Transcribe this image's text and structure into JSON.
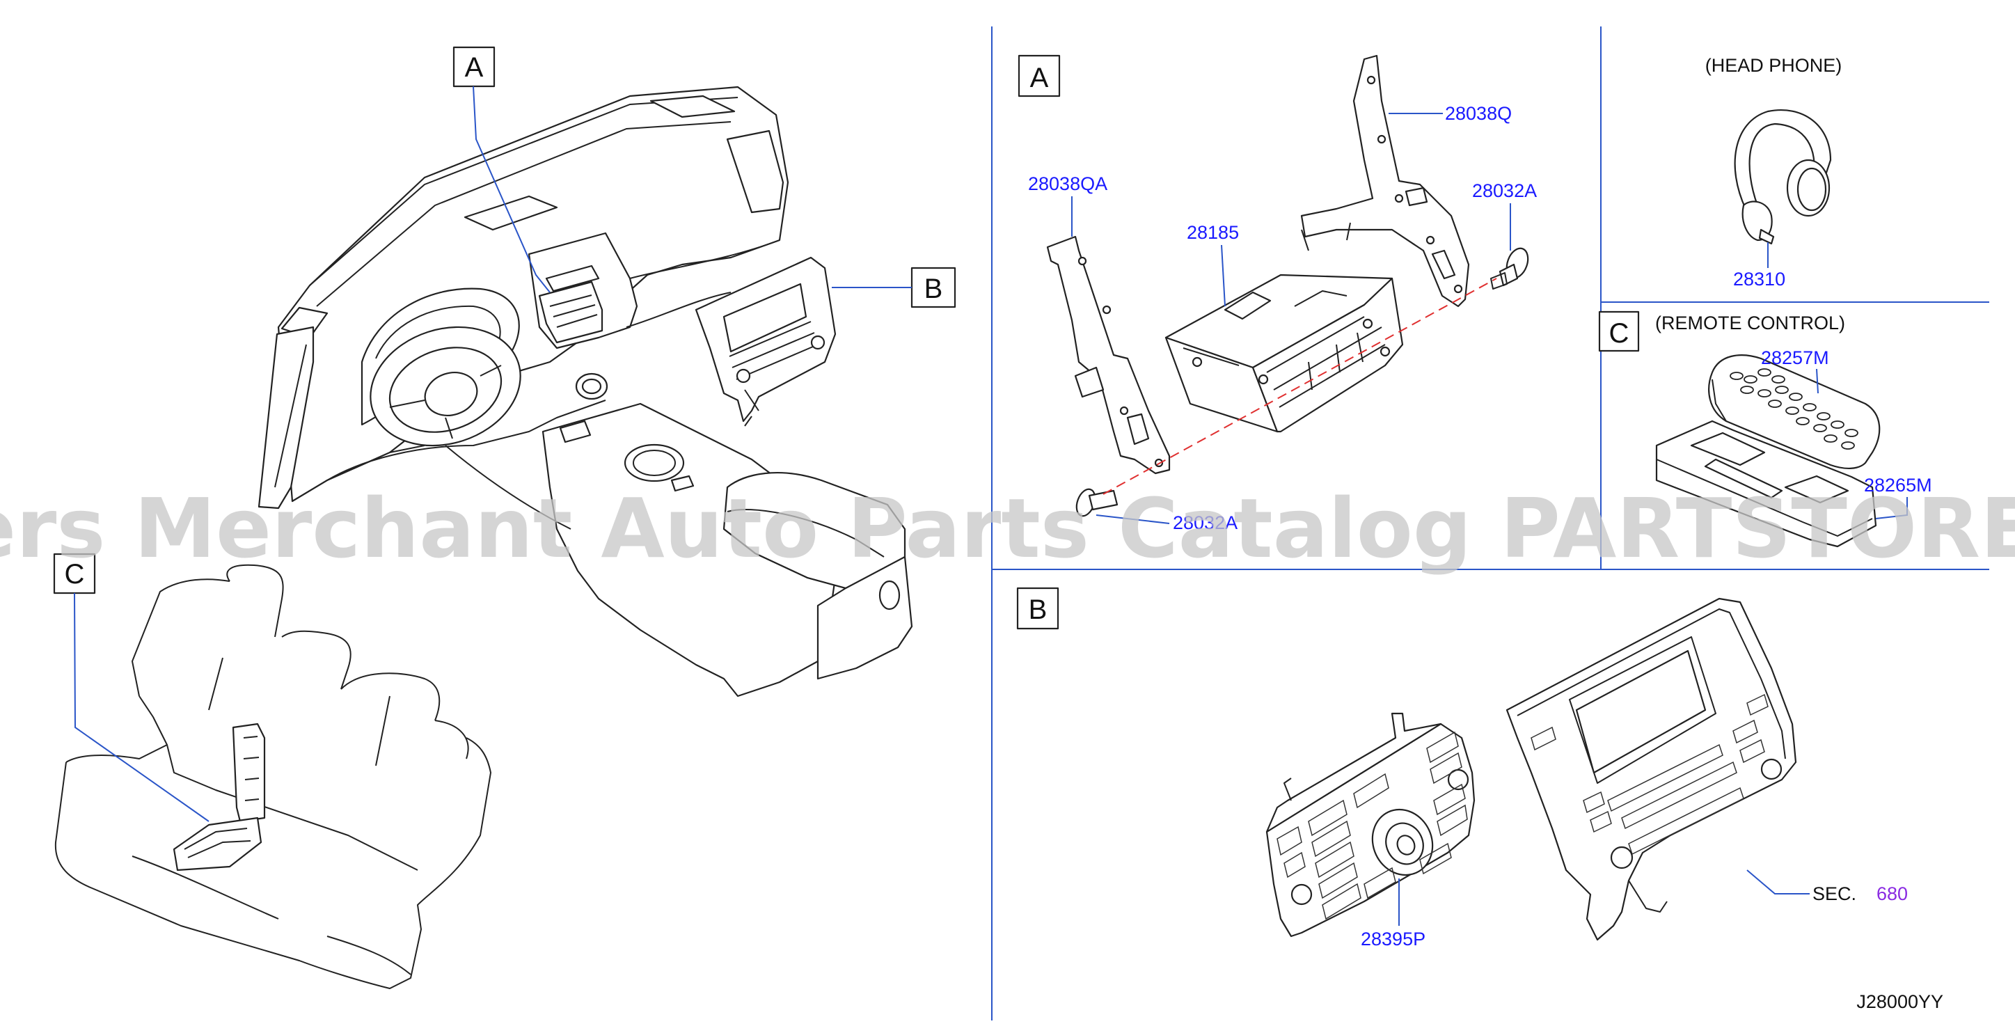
{
  "watermark": "Offers Merchant Auto Parts Catalog PARTSTORE.SA",
  "diagram_code": "J28000YY",
  "overview": {
    "callout_a": "A",
    "callout_b": "B",
    "callout_c": "C"
  },
  "panel_a": {
    "letter": "A",
    "parts": [
      "28038Q",
      "28038QA",
      "28185",
      "28032A",
      "28032A"
    ]
  },
  "panel_headphone": {
    "title": "(HEAD   PHONE)",
    "part": "28310"
  },
  "panel_c": {
    "letter": "C",
    "title": "(REMOTE   CONTROL)",
    "parts": [
      "28257M",
      "28265M"
    ]
  },
  "panel_b": {
    "letter": "B",
    "part": "28395P",
    "sec_label": "SEC.",
    "sec_number": "680"
  },
  "colors": {
    "part_label": "#1a1aff",
    "sec_number": "#8a2be2",
    "frame_lines": "#2a55c8"
  }
}
